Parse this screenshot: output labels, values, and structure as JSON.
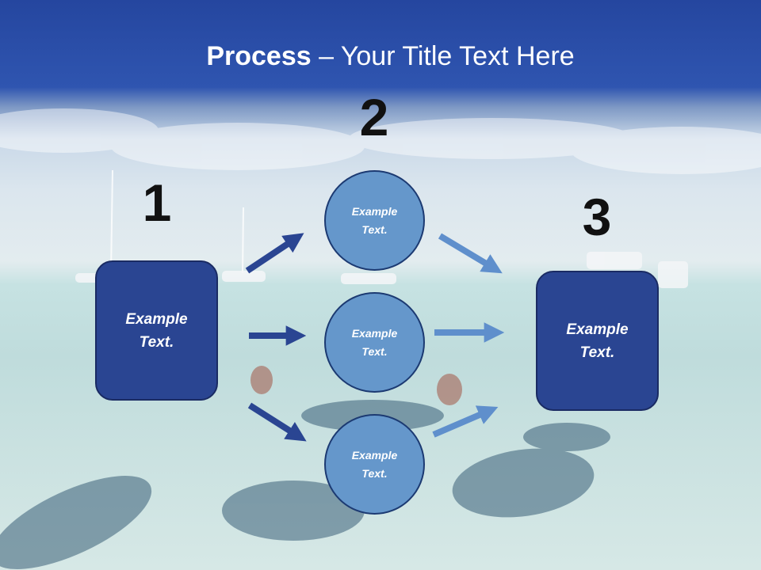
{
  "slide": {
    "title_bold": "Process",
    "title_rest": " – Your Title Text Here",
    "step_numbers": [
      "1",
      "2",
      "3"
    ],
    "left_box": "Example\nText.",
    "right_box": "Example\nText.",
    "circles": [
      "Example\nText.",
      "Example\nText.",
      "Example\nText."
    ]
  },
  "colors": {
    "header_blue": "#2f55b0",
    "box_fill": "#2a4592",
    "circle_fill": "#6597cb",
    "arrow_dark": "#2a4592",
    "arrow_light": "#5f8fcc"
  }
}
